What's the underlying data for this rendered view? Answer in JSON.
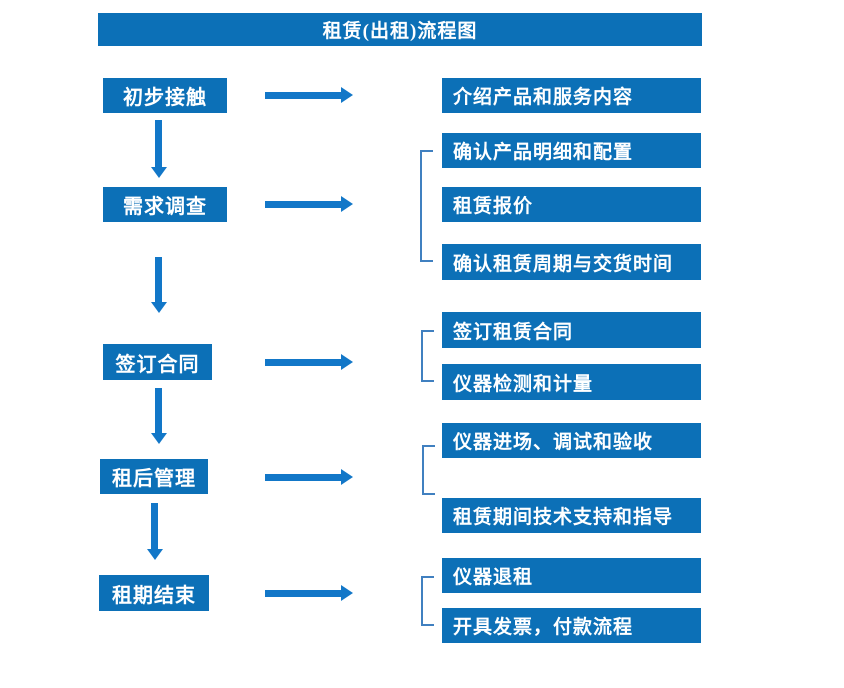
{
  "title": "租赁(出租)流程图",
  "colors": {
    "box_blue": "#0c70b7",
    "arrow_blue": "#1277c8",
    "bracket_blue": "#4080c0",
    "text_white": "#ffffff"
  },
  "steps": [
    {
      "label": "初步接触",
      "details": [
        "介绍产品和服务内容"
      ]
    },
    {
      "label": "需求调查",
      "details": [
        "确认产品明细和配置",
        "租赁报价",
        "确认租赁周期与交货时间"
      ]
    },
    {
      "label": "签订合同",
      "details": [
        "签订租赁合同",
        "仪器检测和计量"
      ]
    },
    {
      "label": "租后管理",
      "details": [
        "仪器进场、调试和验收",
        "租赁期间技术支持和指导"
      ]
    },
    {
      "label": "租期结束",
      "details": [
        "仪器退租",
        "开具发票，付款流程"
      ]
    }
  ]
}
